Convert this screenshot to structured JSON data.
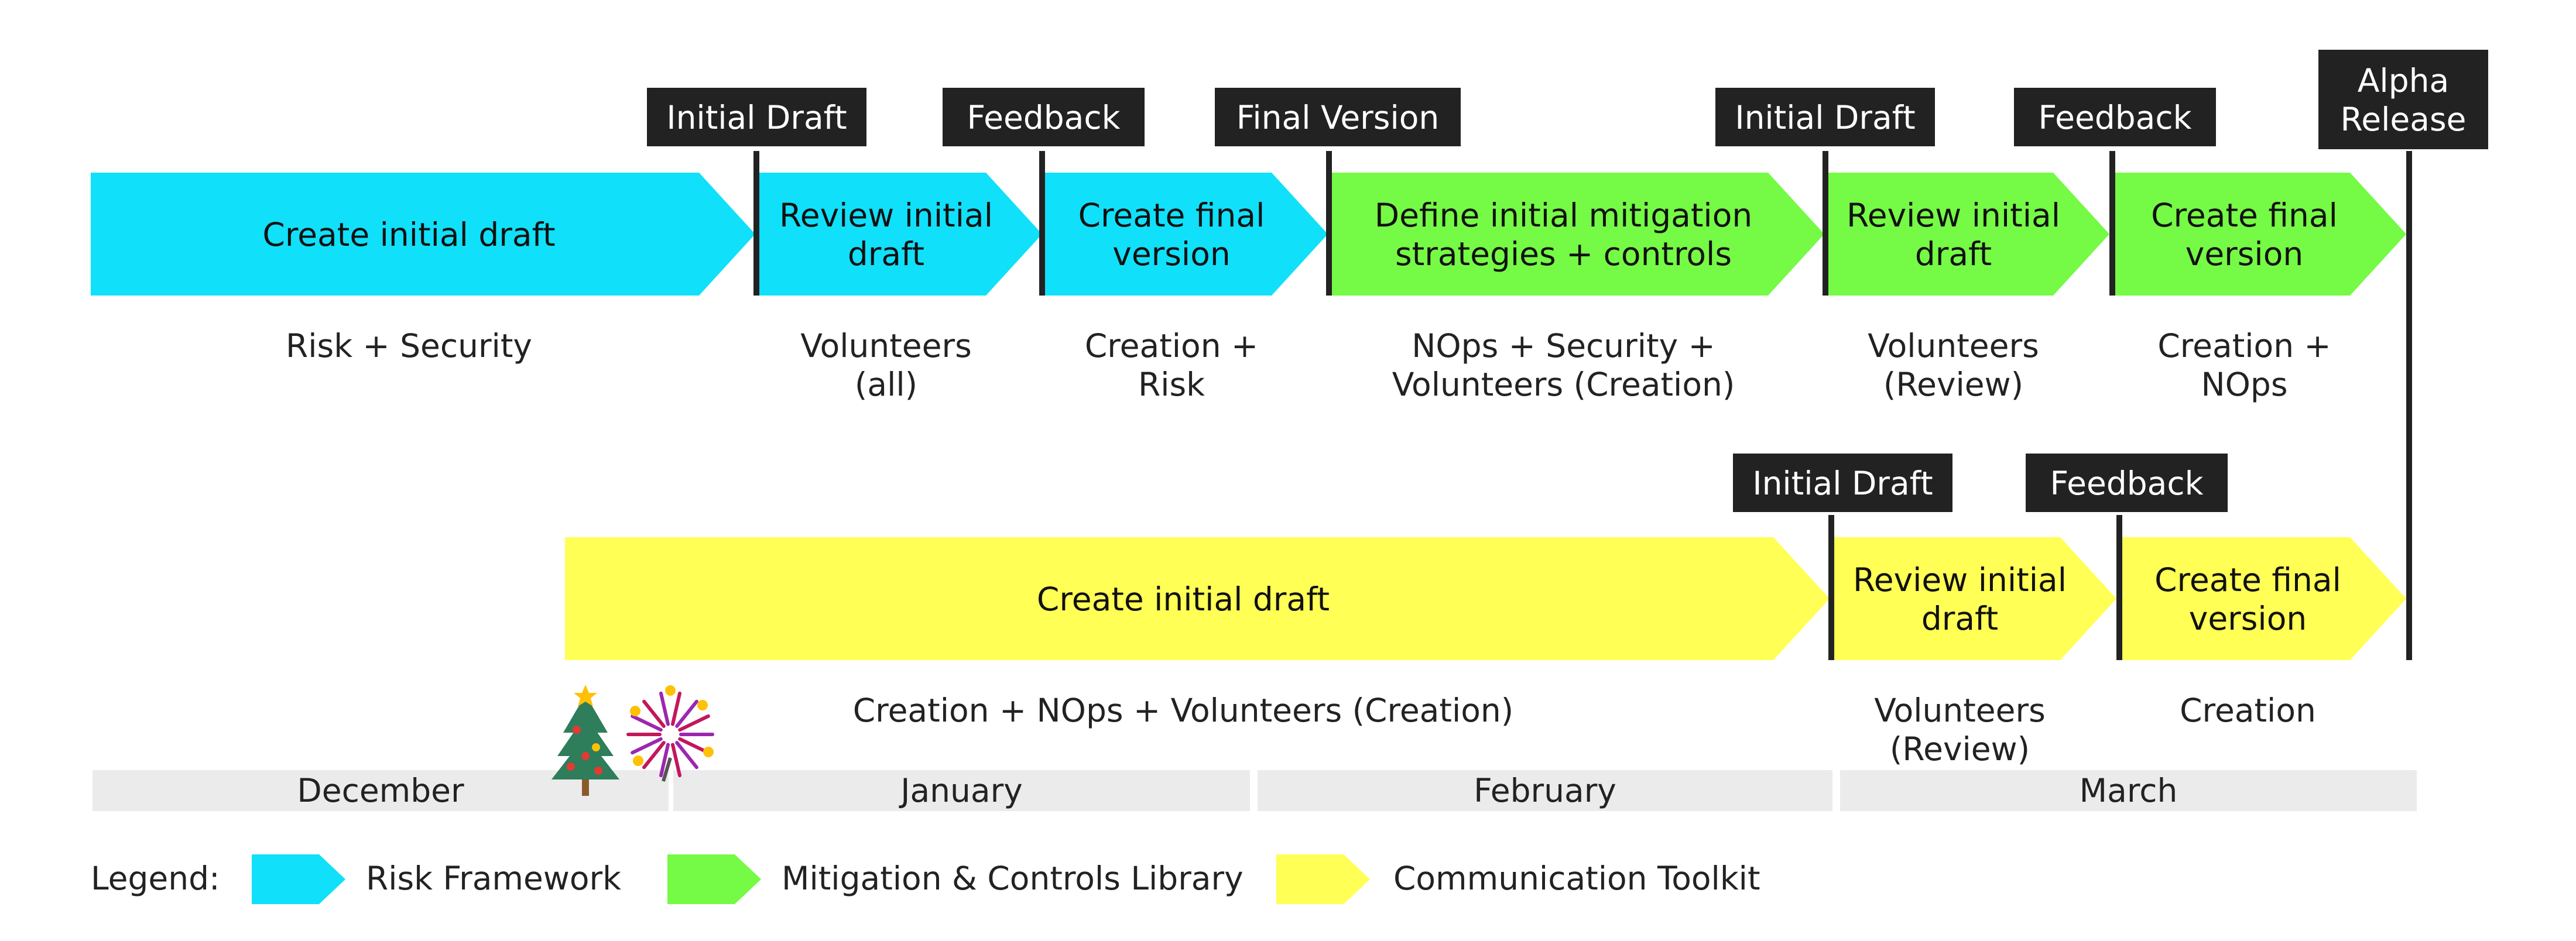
{
  "colors": {
    "risk": "#10E0FA",
    "mitigation": "#75FA45",
    "communication": "#FFFF55",
    "flag_bg": "#222222",
    "flag_text": "#FFFFFF",
    "month_bg": "#EBEBEB",
    "divider": "#222222"
  },
  "tracks": [
    {
      "name": "Risk Framework",
      "phases": [
        {
          "label": "Create initial draft",
          "team": "Risk + Security"
        },
        {
          "label": "Review initial draft",
          "team": "Volunteers (all)"
        },
        {
          "label": "Create final version",
          "team": "Creation + Risk"
        }
      ]
    },
    {
      "name": "Mitigation & Controls Library",
      "phases": [
        {
          "label": "Define initial mitigation strategies + controls",
          "team": "NOps + Security + Volunteers (Creation)"
        },
        {
          "label": "Review initial draft",
          "team": "Volunteers (Review)"
        },
        {
          "label": "Create final version",
          "team": "Creation + NOps"
        }
      ]
    },
    {
      "name": "Communication Toolkit",
      "phases": [
        {
          "label": "Create initial draft",
          "team": "Creation + NOps + Volunteers (Creation)"
        },
        {
          "label": "Review initial draft",
          "team": "Volunteers (Review)"
        },
        {
          "label": "Create final version",
          "team": "Creation"
        }
      ]
    }
  ],
  "milestones": [
    {
      "label": "Initial Draft"
    },
    {
      "label": "Feedback"
    },
    {
      "label": "Final Version"
    },
    {
      "label": "Initial Draft"
    },
    {
      "label": "Feedback"
    },
    {
      "label": "Alpha Release"
    },
    {
      "label": "Initial Draft"
    },
    {
      "label": "Feedback"
    }
  ],
  "months": [
    "December",
    "January",
    "February",
    "March"
  ],
  "icons": [
    "christmas-tree-icon",
    "fireworks-icon"
  ],
  "legend": {
    "title": "Legend:",
    "items": [
      {
        "label": "Risk Framework",
        "color": "#10E0FA"
      },
      {
        "label": "Mitigation & Controls Library",
        "color": "#75FA45"
      },
      {
        "label": "Communication Toolkit",
        "color": "#FFFF55"
      }
    ]
  }
}
